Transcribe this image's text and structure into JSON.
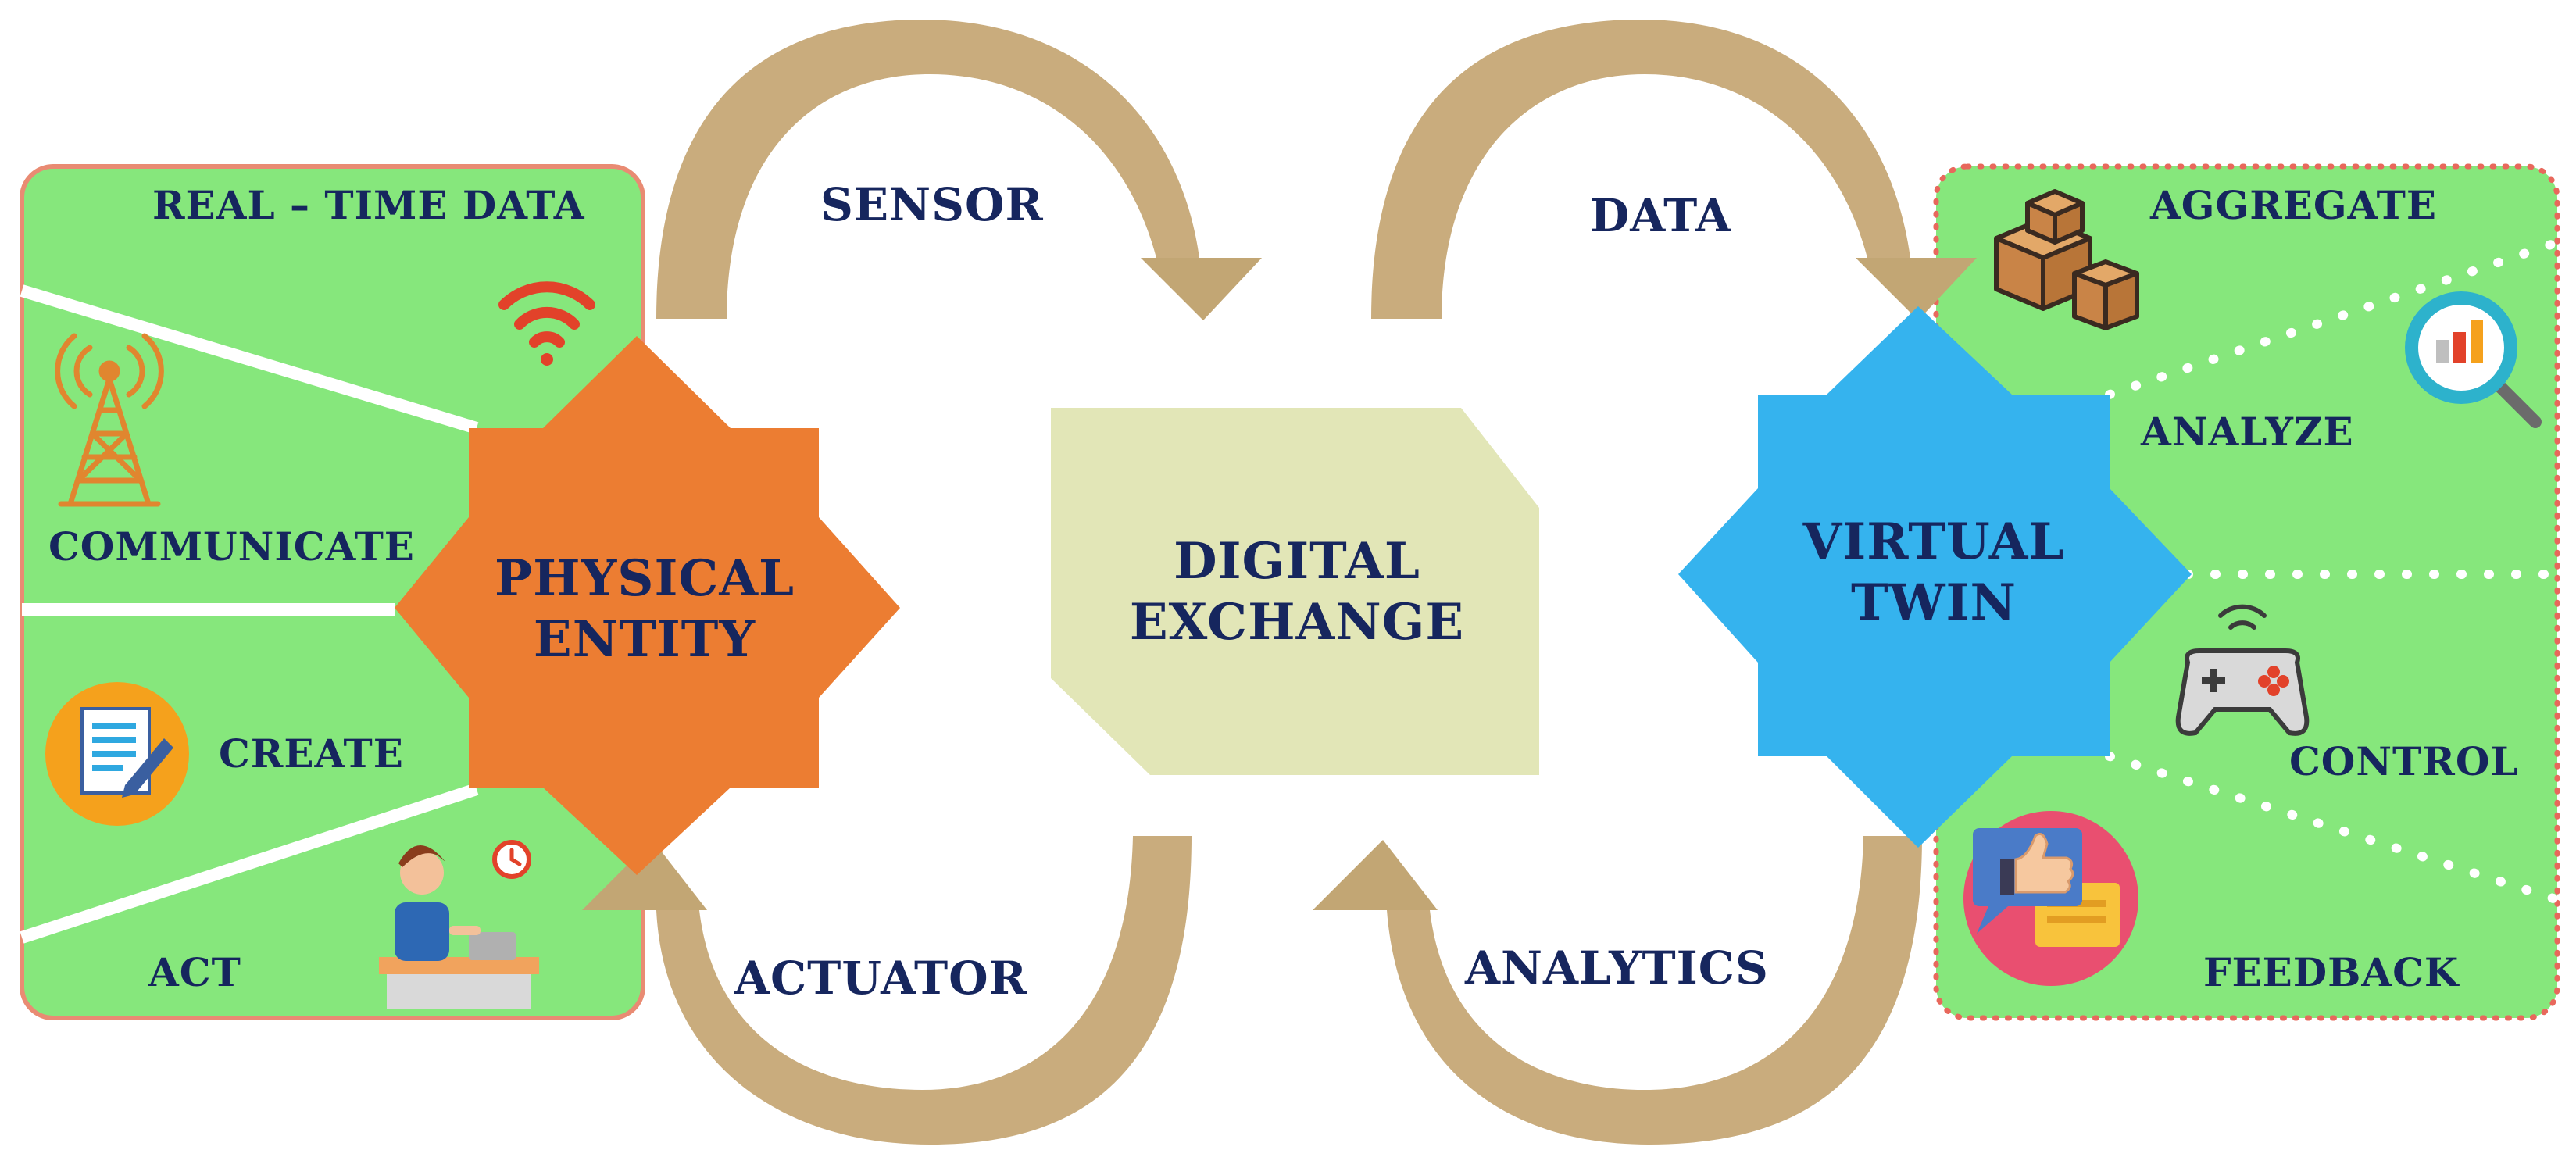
{
  "colors": {
    "left_panel": "#86e77c",
    "left_border": "#e98b73",
    "right_panel": "#86e77c",
    "right_border": "#e8685c",
    "physical": "#ec7d32",
    "virtual": "#35b3ee",
    "exchange": "#e2e6b7",
    "arrow": "#c9ac7d",
    "text": "#16265e"
  },
  "left_panel": {
    "title": "REAL – TIME DATA",
    "items": [
      "COMMUNICATE",
      "CREATE",
      "ACT"
    ],
    "icons": [
      "wifi-icon",
      "radio-tower-icon",
      "document-pen-icon",
      "person-at-desk-icon",
      "clock-icon"
    ]
  },
  "center": {
    "physical": [
      "PHYSICAL",
      "ENTITY"
    ],
    "exchange": [
      "DIGITAL",
      "EXCHANGE"
    ],
    "virtual": [
      "VIRTUAL",
      "TWIN"
    ]
  },
  "flows": {
    "top_left": "SENSOR",
    "top_right": "DATA",
    "bottom_left": "ACTUATOR",
    "bottom_right": "ANALYTICS"
  },
  "right_panel": {
    "items": [
      "AGGREGATE",
      "ANALYZE",
      "CONTROL",
      "FEEDBACK"
    ],
    "icons": [
      "boxes-icon",
      "magnifier-chart-icon",
      "gamepad-icon",
      "thumbs-up-chat-icon"
    ]
  }
}
